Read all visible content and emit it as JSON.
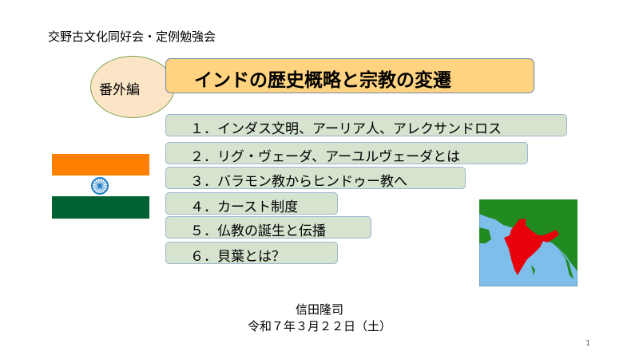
{
  "header": "交野古文化同好会・定例勉強会",
  "badge": "番外編",
  "title": "インドの歴史概略と宗教の変遷",
  "items": [
    "１．インダス文明、アーリア人、アレクサンドロス",
    "２．リグ・ヴェーダ、アーユルヴェーダとは",
    "３．バラモン教からヒンドゥー教へ",
    "４．カースト制度",
    "５．仏教の誕生と伝播",
    "６．貝葉とは？"
  ],
  "author": "信田隆司",
  "date": "令和７年３月２２日（土）",
  "page_number": "1",
  "colors": {
    "saffron": "#FF8000",
    "green": "#006233",
    "chakra": "#1E7BC4",
    "india": "#E8000B",
    "land": "#218A21",
    "sea": "#7DBFEA"
  }
}
